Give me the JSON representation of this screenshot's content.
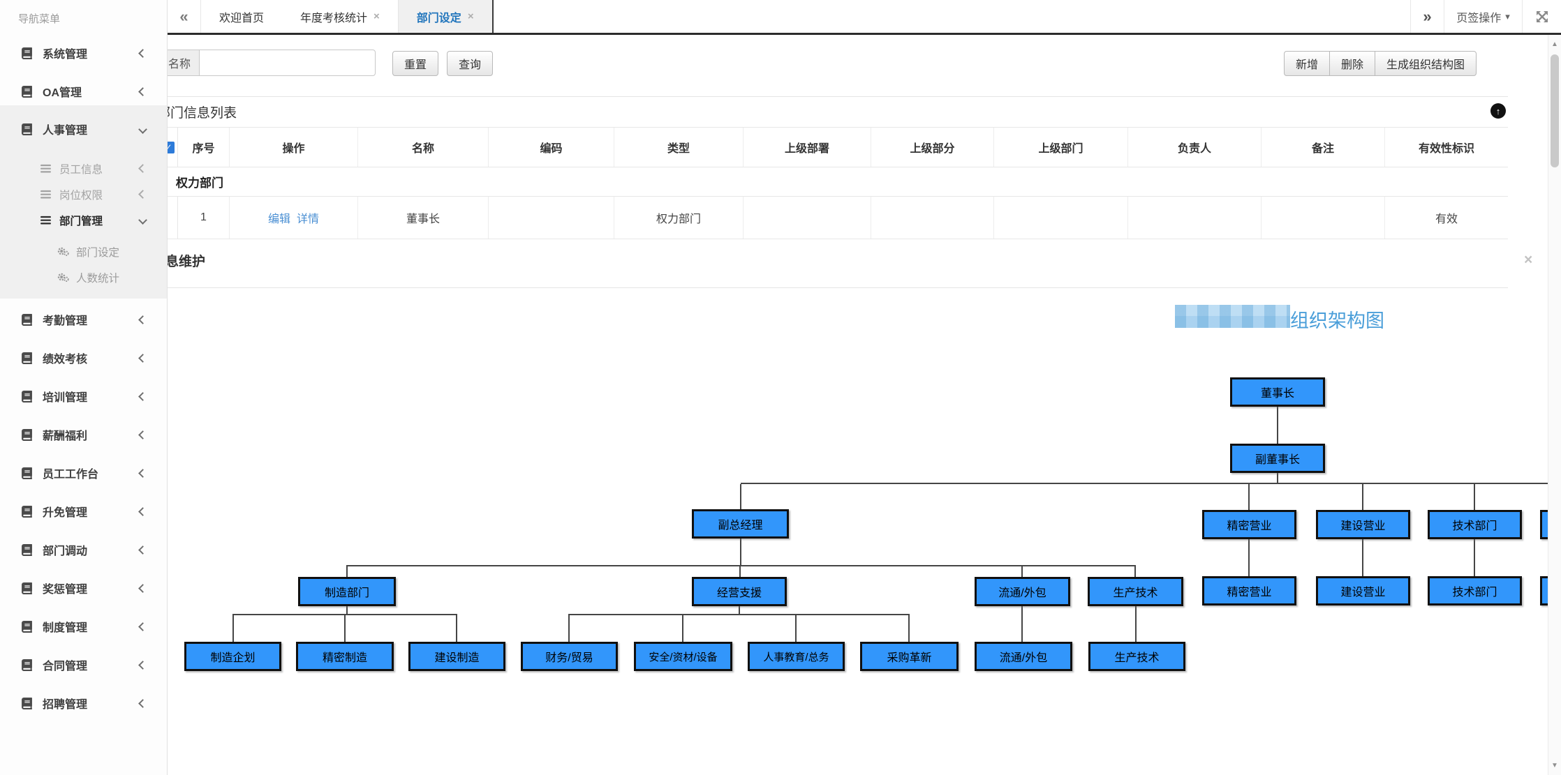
{
  "sidebar": {
    "title": "导航菜单",
    "items": [
      {
        "label": "系统管理"
      },
      {
        "label": "OA管理"
      },
      {
        "label": "人事管理"
      },
      {
        "label": "考勤管理"
      },
      {
        "label": "绩效考核"
      },
      {
        "label": "培训管理"
      },
      {
        "label": "薪酬福利"
      },
      {
        "label": "员工工作台"
      },
      {
        "label": "升免管理"
      },
      {
        "label": "部门调动"
      },
      {
        "label": "奖惩管理"
      },
      {
        "label": "制度管理"
      },
      {
        "label": "合同管理"
      },
      {
        "label": "招聘管理"
      }
    ],
    "hr_children": [
      {
        "label": "员工信息"
      },
      {
        "label": "岗位权限"
      },
      {
        "label": "部门管理"
      }
    ],
    "dept_children": [
      {
        "label": "部门设定"
      },
      {
        "label": "人数统计"
      }
    ]
  },
  "tabbar": {
    "scroll_left_icon": "«",
    "scroll_right_icon": "»",
    "tabs": [
      {
        "label": "欢迎首页",
        "close": ""
      },
      {
        "label": "年度考核统计",
        "close": "×"
      },
      {
        "label": "部门设定",
        "close": "×"
      }
    ],
    "ops_label": "页签操作",
    "ops_caret": "▾"
  },
  "toolbar": {
    "search_label": "名称",
    "search_value": "",
    "reset_label": "重置",
    "query_label": "查询",
    "add_label": "新增",
    "delete_label": "删除",
    "generate_label": "生成组织结构图"
  },
  "list_panel": {
    "title": "部门信息列表",
    "collapse_icon": "↑",
    "header_checkbox_icon": "✓",
    "columns": [
      "序号",
      "操作",
      "名称",
      "编码",
      "类型",
      "上级部署",
      "上级部分",
      "上级部门",
      "负责人",
      "备注",
      "有效性标识"
    ],
    "group_row_label": "权力部门",
    "row": {
      "seq": "1",
      "edit": "编辑",
      "detail": "详情",
      "name": "董事长",
      "code": "",
      "type": "权力部门",
      "parent_dept1": "",
      "parent_dept2": "",
      "parent_dept3": "",
      "owner": "",
      "remark": "",
      "valid": "有效"
    }
  },
  "maintain_panel": {
    "title": "部门信息维护",
    "close_icon": "×"
  },
  "org": {
    "title": "组织架构图",
    "nodes": [
      {
        "label": "董事长"
      },
      {
        "label": "副董事长"
      },
      {
        "label": "副总经理"
      },
      {
        "label": "精密营业"
      },
      {
        "label": "建设营业"
      },
      {
        "label": "技术部门"
      },
      {
        "label": "制造部门"
      },
      {
        "label": "经营支援"
      },
      {
        "label": "流通/外包"
      },
      {
        "label": "生产技术"
      },
      {
        "label": "精密营业"
      },
      {
        "label": "建设营业"
      },
      {
        "label": "技术部门"
      },
      {
        "label": "制造企划"
      },
      {
        "label": "精密制造"
      },
      {
        "label": "建设制造"
      },
      {
        "label": "财务/贸易"
      },
      {
        "label": "安全/资材/设备"
      },
      {
        "label": "人事教育/总务"
      },
      {
        "label": "采购革新"
      },
      {
        "label": "流通/外包"
      },
      {
        "label": "生产技术"
      }
    ]
  },
  "icons": {
    "scroll_up": "▲",
    "scroll_down": "▼"
  }
}
